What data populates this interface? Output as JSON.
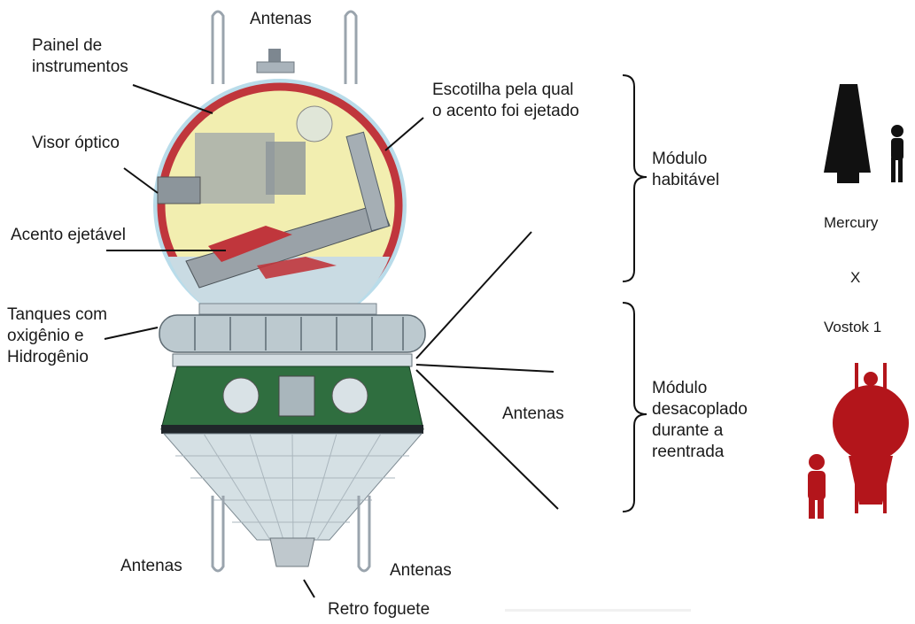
{
  "labels": {
    "antenas_top": "Antenas",
    "painel_de_instrumentos": "Painel de\ninstrumentos",
    "visor_optico": "Visor óptico",
    "acento_ejetavel": "Acento ejetável",
    "tanques": "Tanques com\noxigênio e\nHidrogênio",
    "escotilha": "Escotilha pela qual\no acento foi ejetado",
    "modulo_habitavel": "Módulo\nhabitável",
    "antenas_right": "Antenas",
    "modulo_desacoplado": "Módulo\ndesacoplado\ndurante a\nreentrada",
    "antenas_bottom_left": "Antenas",
    "antenas_bottom_right": "Antenas",
    "retro_foguete": "Retro foguete",
    "mercury": "Mercury",
    "versus": "X",
    "vostok": "Vostok 1"
  },
  "colors": {
    "capsule_red": "#c0363c",
    "cabin_yellow": "#f2eeb0",
    "descent_green": "#2f6e3f",
    "mercury_black": "#111111",
    "vostok_red": "#b3151b"
  }
}
